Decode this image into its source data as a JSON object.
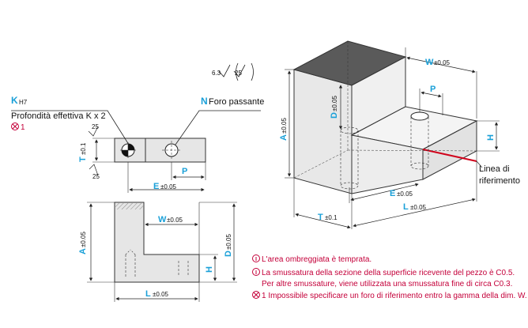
{
  "letters": {
    "K": "K",
    "N": "N",
    "T": "T",
    "P": "P",
    "E": "E",
    "W": "W",
    "A": "A",
    "H": "H",
    "L": "L",
    "D": "D"
  },
  "tolerances": {
    "t01": "±0.1",
    "t005": "±0.05",
    "H7": "H7"
  },
  "labels": {
    "depth": "Profondità effettiva K x 2",
    "through_hole": "Foro passante",
    "one": "1",
    "reference_line": [
      "Linea di",
      "riferimento"
    ],
    "surface_top": "6.3",
    "surface_paren": "25",
    "surface_small": "25"
  },
  "notes": [
    "L'area ombreggiata è temprata.",
    "La smussatura della sezione della superficie ricevente del pezzo è C0.5.",
    "Per altre smussature, viene utilizzata una smussatura fine di circa C0.3.",
    "1 Impossibile specificare un foro di riferimento entro la gamma della dim. W."
  ],
  "colors": {
    "accent": "#1aa0d8",
    "note": "#c4003a",
    "reference_line": "#d0021b",
    "hardened_fill": "#5a5a5a",
    "part_fill": "#e6e6e6"
  },
  "icons": [
    "cross-circle-icon",
    "hardened-marker-icon",
    "surface-finish-icon"
  ]
}
